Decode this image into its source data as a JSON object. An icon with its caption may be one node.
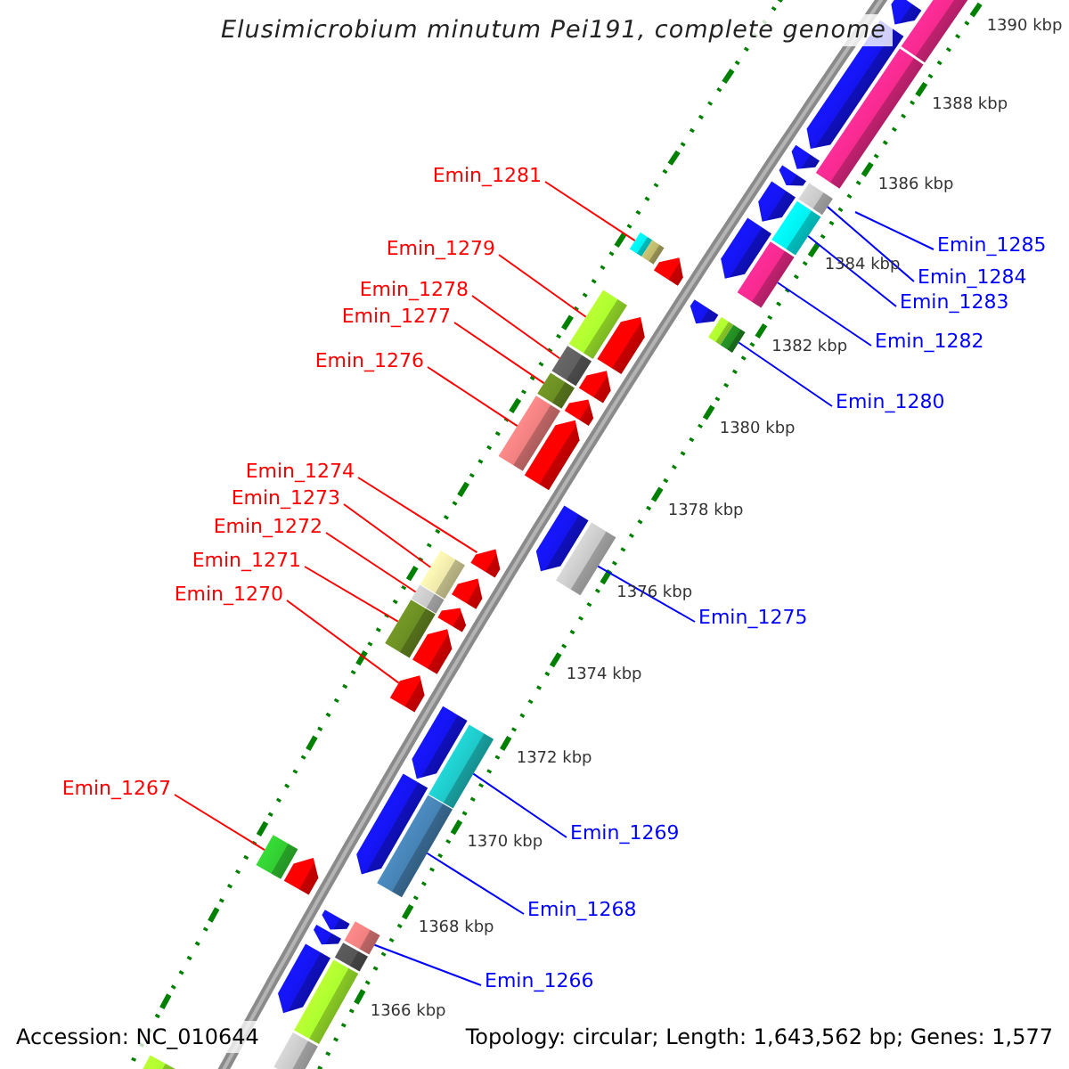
{
  "diagram": {
    "title": "Elusimicrobium minutum Pei191, complete genome",
    "nodes": [
      {
        "text": [
          "Emin_1281"
        ]
      },
      {
        "text": [
          "Emin_1285"
        ]
      },
      {
        "text": [
          "Emin_1279"
        ]
      },
      {
        "text": [
          "Emin_1284"
        ]
      },
      {
        "text": [
          "Emin_1278"
        ]
      },
      {
        "text": [
          "Emin_1283"
        ]
      },
      {
        "text": [
          "Emin_1277"
        ]
      },
      {
        "text": [
          "Emin_1282"
        ]
      },
      {
        "text": [
          "Emin_1276"
        ]
      },
      {
        "text": [
          "Emin_1280"
        ]
      },
      {
        "text": [
          "Emin_1274"
        ]
      },
      {
        "text": [
          "Emin_1273"
        ]
      },
      {
        "text": [
          "Emin_1272"
        ]
      },
      {
        "text": [
          "Emin_1271"
        ]
      },
      {
        "text": [
          "Emin_1270"
        ]
      },
      {
        "text": [
          "Emin_1275"
        ]
      },
      {
        "text": [
          "Emin_1267"
        ]
      },
      {
        "text": [
          "Emin_1269"
        ]
      },
      {
        "text": [
          "Emin_1268"
        ]
      },
      {
        "text": [
          "Emin_1266"
        ]
      },
      {
        "text": [],
        "shape": "pentagon"
      },
      {
        "text": [],
        "shape": "box"
      },
      {
        "text": [],
        "shape": "pentagon"
      },
      {
        "text": [],
        "shape": "box"
      },
      {
        "text": [],
        "shape": "pentagon"
      },
      {
        "text": [],
        "shape": "pentagon"
      },
      {
        "text": [],
        "shape": "box"
      },
      {
        "text": [],
        "shape": "pentagon"
      },
      {
        "text": [],
        "shape": "box"
      },
      {
        "text": [],
        "shape": "pentagon"
      },
      {
        "text": [],
        "shape": "box"
      },
      {
        "text": [],
        "shape": "box"
      },
      {
        "text": [],
        "shape": "box"
      },
      {
        "text": [],
        "shape": "pentagon"
      },
      {
        "text": [],
        "shape": "pentagon"
      },
      {
        "text": [],
        "shape": "box"
      },
      {
        "text": [],
        "shape": "box"
      },
      {
        "text": [],
        "shape": "box"
      },
      {
        "text": [],
        "shape": "pentagon"
      },
      {
        "text": [],
        "shape": "box"
      },
      {
        "text": [],
        "shape": "pentagon"
      },
      {
        "text": [],
        "shape": "box"
      },
      {
        "text": [],
        "shape": "pentagon"
      },
      {
        "text": [],
        "shape": "box"
      },
      {
        "text": [],
        "shape": "pentagon"
      },
      {
        "text": [],
        "shape": "pentagon"
      },
      {
        "text": [],
        "shape": "box"
      },
      {
        "text": [],
        "shape": "pentagon"
      },
      {
        "text": [],
        "shape": "box"
      },
      {
        "text": [],
        "shape": "pentagon"
      },
      {
        "text": [],
        "shape": "box"
      },
      {
        "text": [],
        "shape": "pentagon"
      },
      {
        "text": [],
        "shape": "box"
      },
      {
        "text": [],
        "shape": "pentagon"
      },
      {
        "text": [],
        "shape": "pentagon"
      },
      {
        "text": [],
        "shape": "pentagon"
      },
      {
        "text": [],
        "shape": "box"
      },
      {
        "text": [],
        "shape": "pentagon"
      },
      {
        "text": [],
        "shape": "box"
      },
      {
        "text": [],
        "shape": "box"
      },
      {
        "text": [],
        "shape": "pentagon"
      },
      {
        "text": [],
        "shape": "pentagon"
      },
      {
        "text": [],
        "shape": "box"
      },
      {
        "text": [],
        "shape": "pentagon"
      },
      {
        "text": [],
        "shape": "box"
      },
      {
        "text": [],
        "shape": "pentagon"
      },
      {
        "text": [],
        "shape": "box"
      },
      {
        "text": [],
        "shape": "box"
      },
      {
        "text": [],
        "shape": "box"
      }
    ],
    "edges": [
      {
        "from": 0,
        "to": 31,
        "arrow": "none"
      },
      {
        "from": 1,
        "to": null,
        "arrow": "none",
        "color": "#0000ff"
      },
      {
        "from": 2,
        "to": 37,
        "arrow": "none"
      },
      {
        "from": 3,
        "to": 26,
        "arrow": "none",
        "color": "#0000ff"
      },
      {
        "from": 4,
        "to": 39,
        "arrow": "none"
      },
      {
        "from": 5,
        "to": 28,
        "arrow": "none",
        "color": "#0000ff"
      },
      {
        "from": 6,
        "to": 41,
        "arrow": "none"
      },
      {
        "from": 7,
        "to": 30,
        "arrow": "none",
        "color": "#0000ff"
      },
      {
        "from": 8,
        "to": 43,
        "arrow": "none"
      },
      {
        "from": 9,
        "to": 36,
        "arrow": "none",
        "color": "#0000ff"
      },
      {
        "from": 10,
        "to": 47,
        "arrow": "none"
      },
      {
        "from": 11,
        "to": 48,
        "arrow": "none"
      },
      {
        "from": 12,
        "to": 50,
        "arrow": "none"
      },
      {
        "from": 13,
        "to": 52,
        "arrow": "none"
      },
      {
        "from": 14,
        "to": 54,
        "arrow": "none"
      },
      {
        "from": 15,
        "to": 46,
        "arrow": "none",
        "color": "#0000ff"
      },
      {
        "from": 16,
        "to": 59,
        "arrow": "none"
      },
      {
        "from": 17,
        "to": 56,
        "arrow": "none",
        "color": "#0000ff"
      },
      {
        "from": 18,
        "to": 58,
        "arrow": "none",
        "color": "#0000ff"
      },
      {
        "from": 19,
        "to": 62,
        "arrow": "none",
        "color": "#0000ff"
      }
    ],
    "labels": [
      "1366 kbp",
      "1368 kbp",
      "1370 kbp",
      "1372 kbp",
      "1374 kbp",
      "1376 kbp",
      "1378 kbp",
      "1380 kbp",
      "1382 kbp",
      "1384 kbp",
      "1386 kbp",
      "1388 kbp",
      "1390 kbp",
      "Accession: NC_010644",
      "Topology: circular; Length: 1,643,562 bp; Genes: 1,577"
    ]
  }
}
